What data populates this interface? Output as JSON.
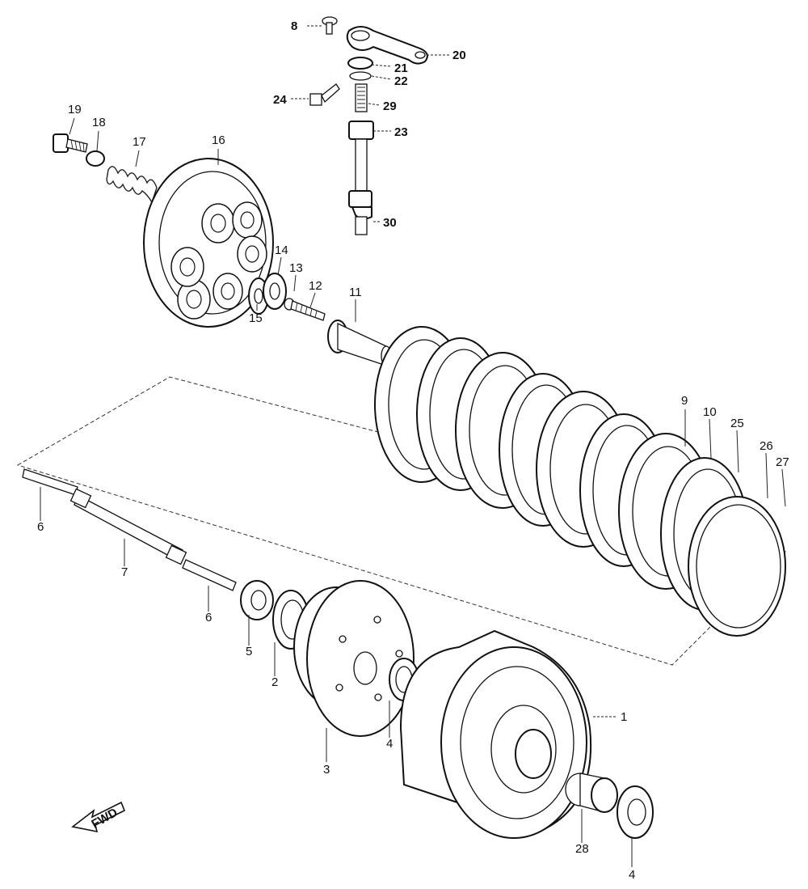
{
  "diagram": {
    "callouts": [
      {
        "id": "c8",
        "text": "8"
      },
      {
        "id": "c20",
        "text": "20"
      },
      {
        "id": "c21",
        "text": "21"
      },
      {
        "id": "c22",
        "text": "22"
      },
      {
        "id": "c24",
        "text": "24"
      },
      {
        "id": "c29",
        "text": "29"
      },
      {
        "id": "c23",
        "text": "23"
      },
      {
        "id": "c30",
        "text": "30"
      },
      {
        "id": "c19",
        "text": "19"
      },
      {
        "id": "c18",
        "text": "18"
      },
      {
        "id": "c17",
        "text": "17"
      },
      {
        "id": "c16",
        "text": "16"
      },
      {
        "id": "c14",
        "text": "14"
      },
      {
        "id": "c13",
        "text": "13"
      },
      {
        "id": "c12",
        "text": "12"
      },
      {
        "id": "c15",
        "text": "15"
      },
      {
        "id": "c11",
        "text": "11"
      },
      {
        "id": "c9",
        "text": "9"
      },
      {
        "id": "c10",
        "text": "10"
      },
      {
        "id": "c25",
        "text": "25"
      },
      {
        "id": "c26",
        "text": "26"
      },
      {
        "id": "c27",
        "text": "27"
      },
      {
        "id": "c6a",
        "text": "6"
      },
      {
        "id": "c7",
        "text": "7"
      },
      {
        "id": "c6b",
        "text": "6"
      },
      {
        "id": "c5",
        "text": "5"
      },
      {
        "id": "c2",
        "text": "2"
      },
      {
        "id": "c3",
        "text": "3"
      },
      {
        "id": "c4a",
        "text": "4"
      },
      {
        "id": "c1",
        "text": "1"
      },
      {
        "id": "c28",
        "text": "28"
      },
      {
        "id": "c4b",
        "text": "4"
      }
    ],
    "fwd_arrow_label": "FWD"
  }
}
